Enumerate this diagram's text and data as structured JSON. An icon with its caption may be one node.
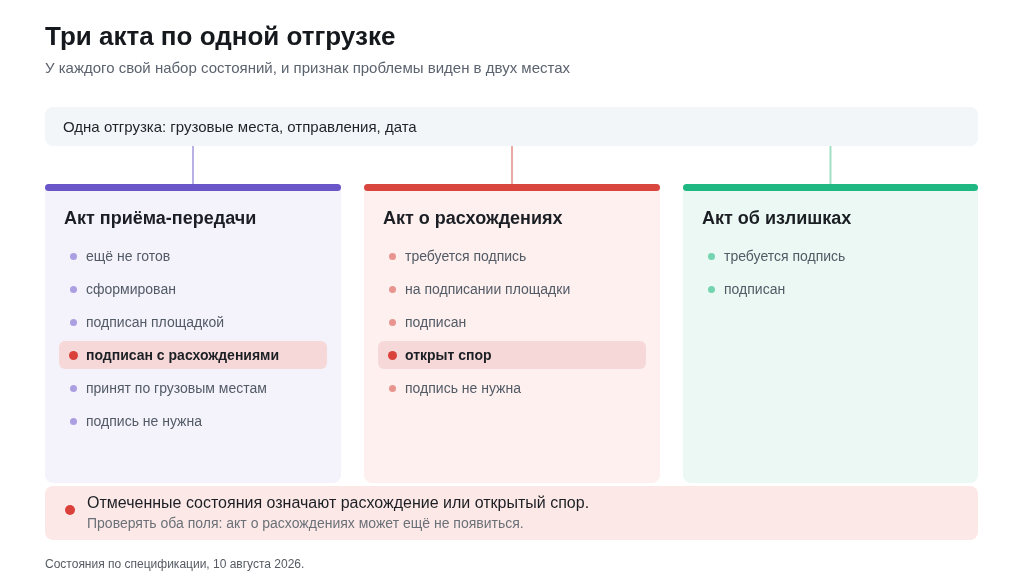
{
  "diagram": {
    "title": "Три акта по одной отгрузке",
    "caption": "Состояния по спецификации, 10 августа 2026.",
    "labels": [
      "У каждого свой набор состояний, и признак проблемы виден в двух местах"
    ],
    "nodes": [
      {
        "text": [
          "Одна отгрузка: грузовые места, отправления, дата"
        ]
      },
      {
        "text": [
          "Акт приёма-передачи",
          "ещё не готов",
          "сформирован",
          "подписан площадкой",
          "принят по грузовым местам",
          "подпись не нужна"
        ]
      },
      {
        "text": [
          "подписан с расхождениями"
        ],
        "in": 1
      },
      {
        "text": [
          "Акт о расхождениях",
          "требуется подпись",
          "на подписании площадки",
          "подписан",
          "подпись не нужна"
        ]
      },
      {
        "text": [
          "открыт спор"
        ],
        "in": 3
      },
      {
        "text": [
          "Акт об излишках",
          "требуется подпись",
          "подписан"
        ]
      },
      {
        "text": [
          "Отмеченные состояния означают расхождение или открытый спор.",
          "Проверять оба поля: акт о расхождениях может ещё не появиться."
        ]
      }
    ],
    "edges": [
      {
        "from": 0,
        "to": 1,
        "arrow": "none",
        "color": "#b9b0e3"
      },
      {
        "from": 0,
        "to": 3,
        "arrow": "none",
        "color": "#eaaaa4"
      },
      {
        "from": 0,
        "to": 5,
        "arrow": "none",
        "color": "#a3dec7"
      }
    ]
  }
}
